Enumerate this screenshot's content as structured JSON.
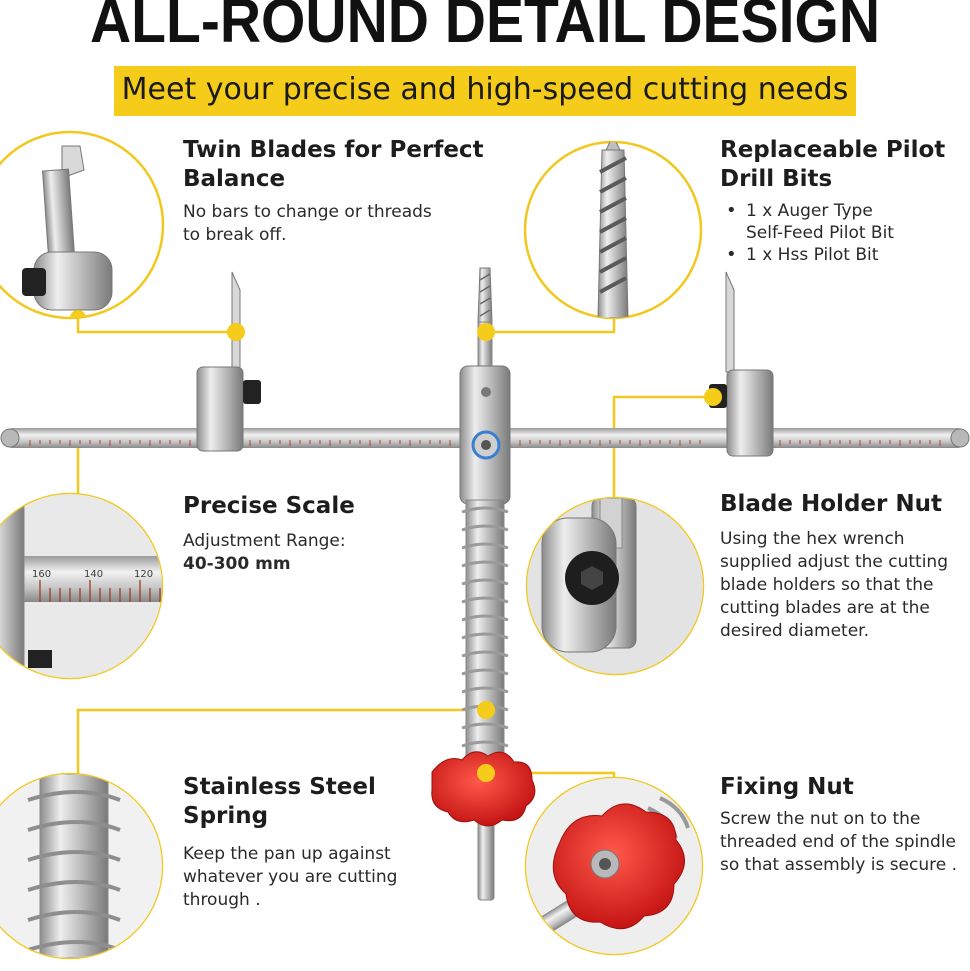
{
  "header": {
    "title": "ALL-ROUND DETAIL DESIGN",
    "subtitle": "Meet your precise and high-speed cutting needs"
  },
  "features": {
    "twin_blades": {
      "title_line1": "Twin Blades for Perfect",
      "title_line2": "Balance",
      "desc_line1": "No bars to change or threads",
      "desc_line2": "to break off."
    },
    "pilot_bits": {
      "title_line1": "Replaceable Pilot",
      "title_line2": "Drill Bits",
      "bullet1_line1": "1 x Auger Type",
      "bullet1_line2": "Self-Feed Pilot Bit",
      "bullet2": "1 x Hss Pilot Bit"
    },
    "scale": {
      "title": "Precise Scale",
      "desc": "Adjustment Range:",
      "range": "40-300 mm",
      "scale_labels": [
        "160",
        "140",
        "120"
      ]
    },
    "blade_nut": {
      "title": "Blade Holder Nut",
      "desc_line1": "Using the hex wrench",
      "desc_line2": "supplied  adjust the cutting",
      "desc_line3": "blade holders so that the",
      "desc_line4": "cutting blades are at the",
      "desc_line5": "desired diameter."
    },
    "spring": {
      "title_line1": "Stainless Steel",
      "title_line2": "Spring",
      "desc_line1": "Keep the pan up against",
      "desc_line2": "whatever you are cutting",
      "desc_line3": "through ."
    },
    "fixing_nut": {
      "title": "Fixing Nut",
      "desc_line1": "Screw the nut on to the",
      "desc_line2": "threaded end of the spindle",
      "desc_line3": "so that assembly is secure ."
    }
  },
  "colors": {
    "accent": "#f5cc1a",
    "callout_line": "#f2c81e",
    "steel": "#c9c9c9",
    "nut_red": "#e02424"
  },
  "icons": [
    "blade-icon",
    "drill-bit-icon",
    "ruler-icon",
    "hex-screw-icon",
    "spring-icon",
    "star-knob-icon"
  ]
}
